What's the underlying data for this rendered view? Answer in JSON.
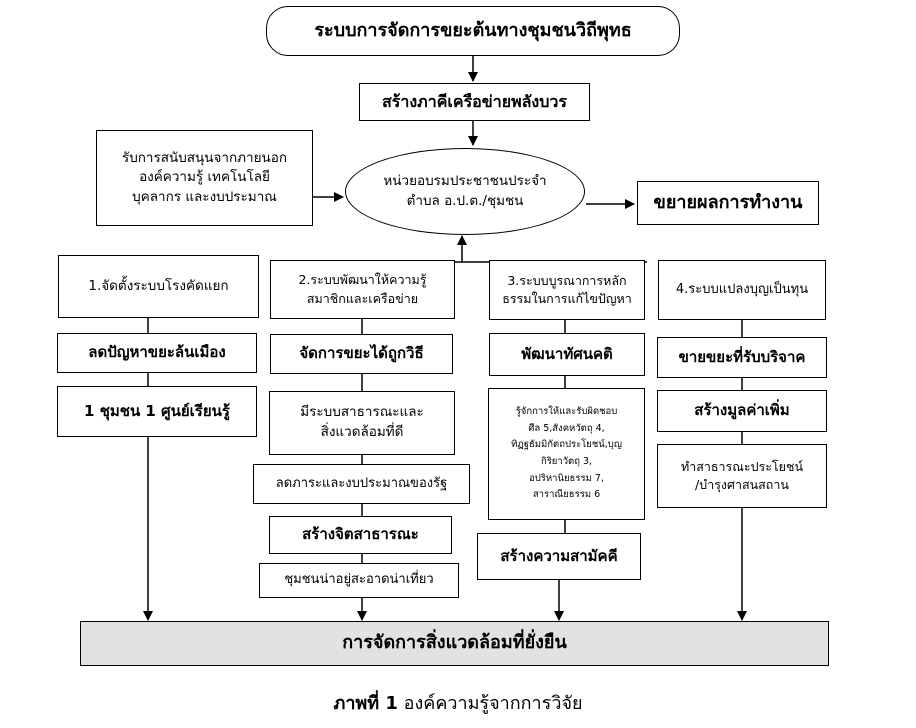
{
  "diagram": {
    "top": "ระบบการจัดการขยะต้นทางชุมชนวิถีพุทธ",
    "network": "สร้างภาคีเครือข่ายพลังบวร",
    "external_support": "รับการสนับสนุนจากภายนอก\nองค์ความรู้ เทคโนโลยี\nบุคลากร และงบประมาณ",
    "center": "หน่วยอบรมประชาชนประจำ\nตำบล อ.ป.ต./ชุมชน",
    "expand": "ขยายผลการทำงาน",
    "col1": {
      "head": "1.จัดตั้งระบบโรงคัดแยก",
      "b1": "ลดปัญหาขยะล้นเมือง",
      "b2": "1 ชุมชน 1 ศูนย์เรียนรู้"
    },
    "col2": {
      "head": "2.ระบบพัฒนาให้ความรู้\nสมาชิกและเครือข่าย",
      "b1": "จัดการขยะได้ถูกวิธี",
      "b2": "มีระบบสาธารณะและ\nสิ่งแวดล้อมที่ดี",
      "b3": "ลดภาระและงบประมาณของรัฐ",
      "b4": "สร้างจิตสาธารณะ",
      "b5": "ชุมชนน่าอยู่สะอาดน่าเที่ยว"
    },
    "col3": {
      "head": "3.ระบบบูรณาการหลัก\nธรรมในการแก้ไขปัญหา",
      "b1": "พัฒนาทัศนคติ",
      "b2": "รู้จักการให้และรับผิดชอบ\nศีล 5,สังคหวัตถุ 4,\nทิฏฐธัมมิกัตถประโยชน์,บุญ\nกิริยาวัตถุ 3,\nอปริหานิยธรรม 7,\nสาราณียธรรม 6",
      "b3": "สร้างความสามัคคี"
    },
    "col4": {
      "head": "4.ระบบแปลงบุญเป็นทุน",
      "b1": "ขายขยะที่รับบริจาค",
      "b2": "สร้างมูลค่าเพิ่ม",
      "b3": "ทำสาธารณะประโยชน์\n/บำรุงศาสนสถาน"
    },
    "bottom": "การจัดการสิ่งแวดล้อมที่ยั่งยืน"
  },
  "caption": {
    "label": "ภาพที่ 1",
    "text": " องค์ความรู้จากการวิจัย"
  }
}
